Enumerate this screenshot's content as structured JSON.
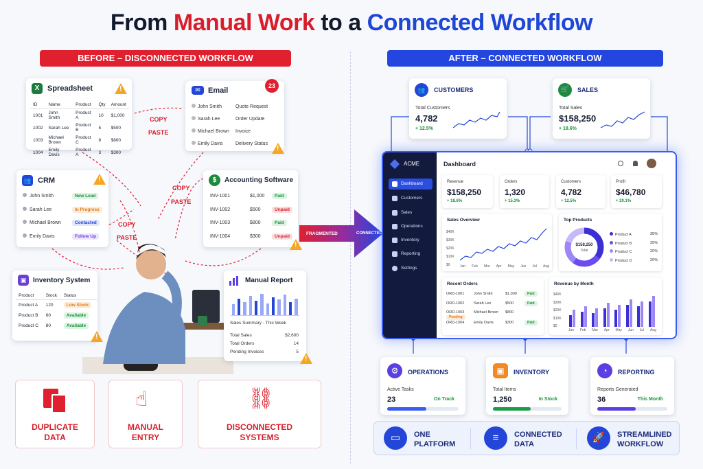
{
  "title": {
    "part1": "From ",
    "part2": "Manual Work",
    "part3": " to a ",
    "part4": "Connected Workflow"
  },
  "before": {
    "banner": "BEFORE – DISCONNECTED WORKFLOW",
    "spreadsheet": {
      "title": "Spreadsheet",
      "headers": [
        "ID",
        "Name",
        "Product",
        "Qty",
        "Amount"
      ],
      "rows": [
        [
          "1001",
          "John Smith",
          "Product A",
          "10",
          "$1,000"
        ],
        [
          "1002",
          "Sarah Lee",
          "Product B",
          "5",
          "$500"
        ],
        [
          "1003",
          "Michael Brown",
          "Product C",
          "8",
          "$800"
        ],
        [
          "1004",
          "Emily Davis",
          "Product A",
          "3",
          "$300"
        ]
      ]
    },
    "email": {
      "title": "Email",
      "badge": "23",
      "rows": [
        [
          "John Smith",
          "Quote Request"
        ],
        [
          "Sarah Lee",
          "Order Update"
        ],
        [
          "Michael Brown",
          "Invoice"
        ],
        [
          "Emily Davis",
          "Delivery Status"
        ]
      ]
    },
    "crm": {
      "title": "CRM",
      "rows": [
        [
          "John Smith",
          "New Lead"
        ],
        [
          "Sarah Lee",
          "In Progress"
        ],
        [
          "Michael Brown",
          "Contacted"
        ],
        [
          "Emily Davis",
          "Follow Up"
        ]
      ]
    },
    "accounting": {
      "title": "Accounting Software",
      "rows": [
        [
          "INV-1001",
          "$1,000",
          "Paid"
        ],
        [
          "INV-1002",
          "$500",
          "Unpaid"
        ],
        [
          "INV-1003",
          "$800",
          "Paid"
        ],
        [
          "INV-1004",
          "$300",
          "Unpaid"
        ]
      ]
    },
    "inventory": {
      "title": "Inventory System",
      "headers": [
        "Product",
        "Stock",
        "Status"
      ],
      "rows": [
        [
          "Product A",
          "120",
          "Low Stock"
        ],
        [
          "Product B",
          "60",
          "Available"
        ],
        [
          "Product C",
          "80",
          "Available"
        ]
      ]
    },
    "report": {
      "title": "Manual Report",
      "subtitle": "Sales Summary - This Week",
      "bars": [
        0.45,
        0.7,
        0.55,
        0.8,
        0.6,
        0.9,
        0.5,
        0.75,
        0.65,
        0.85,
        0.55,
        0.7
      ],
      "rows": [
        [
          "Total Sales",
          "$2,600"
        ],
        [
          "Total Orders",
          "14"
        ],
        [
          "Pending Invoices",
          "5"
        ]
      ]
    },
    "labels": {
      "copy1": "COPY",
      "paste1": "PASTE",
      "copy2": "COPY",
      "paste2": "PASTE",
      "copy3": "COPY",
      "paste3": "PASTE"
    },
    "problems": [
      {
        "line1": "DUPLICATE",
        "line2": "DATA"
      },
      {
        "line1": "MANUAL",
        "line2": "ENTRY"
      },
      {
        "line1": "DISCONNECTED",
        "line2": "SYSTEMS"
      }
    ]
  },
  "arrow": {
    "from": "FRAGMENTED",
    "to": "CONNECTED"
  },
  "after": {
    "banner": "AFTER – CONNECTED WORKFLOW",
    "customers": {
      "title": "CUSTOMERS",
      "label": "Total Customers",
      "value": "4,782",
      "change": "+ 12.5%"
    },
    "sales": {
      "title": "SALES",
      "label": "Total Sales",
      "value": "$158,250",
      "change": "+ 18.6%"
    },
    "dashboard": {
      "brand": "ACME",
      "heading": "Dashboard",
      "nav": [
        "Dashboard",
        "Customers",
        "Sales",
        "Operations",
        "Inventory",
        "Reporting",
        "Settings"
      ],
      "kpis": [
        {
          "label": "Revenue",
          "value": "$158,250",
          "change": "+ 18.6%"
        },
        {
          "label": "Orders",
          "value": "1,320",
          "change": "+ 15.3%"
        },
        {
          "label": "Customers",
          "value": "4,782",
          "change": "+ 12.5%"
        },
        {
          "label": "Profit",
          "value": "$46,780",
          "change": "+ 20.1%"
        }
      ],
      "sales_overview": {
        "title": "Sales Overview",
        "yticks": [
          "$40K",
          "$30K",
          "$20K",
          "$10K",
          "$0"
        ],
        "months": [
          "Jan",
          "Feb",
          "Mar",
          "Apr",
          "May",
          "Jun",
          "Jul",
          "Aug"
        ]
      },
      "top_products": {
        "title": "Top Products",
        "center_value": "$158,250",
        "center_label": "Total",
        "items": [
          [
            "Product A",
            "35%"
          ],
          [
            "Product B",
            "25%"
          ],
          [
            "Product C",
            "20%"
          ],
          [
            "Product D",
            "20%"
          ]
        ],
        "colors": [
          "#3b2fd6",
          "#6a4cf0",
          "#9d86f5",
          "#c6b8fb"
        ]
      },
      "recent_orders": {
        "title": "Recent Orders",
        "rows": [
          [
            "ORD-1001",
            "John Smith",
            "$1,000",
            "Paid"
          ],
          [
            "ORD-1002",
            "Sarah Lee",
            "$500",
            "Paid"
          ],
          [
            "ORD-1003",
            "Michael Brown",
            "$800",
            "Pending"
          ],
          [
            "ORD-1004",
            "Emily Davis",
            "$300",
            "Paid"
          ]
        ]
      },
      "revenue_by_month": {
        "title": "Revenue by Month",
        "yticks": [
          "$40K",
          "$30K",
          "$20K",
          "$10K",
          "$0"
        ],
        "months": [
          "Jan",
          "Feb",
          "Mar",
          "Apr",
          "May",
          "Jun",
          "Jul",
          "Aug"
        ]
      }
    },
    "modules": [
      {
        "title": "OPERATIONS",
        "label": "Active Tasks",
        "value": "23",
        "status": "On Track",
        "progress": 0.55,
        "color": "#5b3fe0"
      },
      {
        "title": "INVENTORY",
        "label": "Total Items",
        "value": "1,250",
        "status": "In Stock",
        "progress": 0.55,
        "color": "#f08a24"
      },
      {
        "title": "REPORTING",
        "label": "Reports Generated",
        "value": "36",
        "status": "This Month",
        "progress": 0.55,
        "color": "#5b3fe0"
      }
    ],
    "benefits": [
      {
        "line1": "ONE",
        "line2": "PLATFORM"
      },
      {
        "line1": "CONNECTED",
        "line2": "DATA"
      },
      {
        "line1": "STREAMLINED",
        "line2": "WORKFLOW"
      }
    ]
  }
}
